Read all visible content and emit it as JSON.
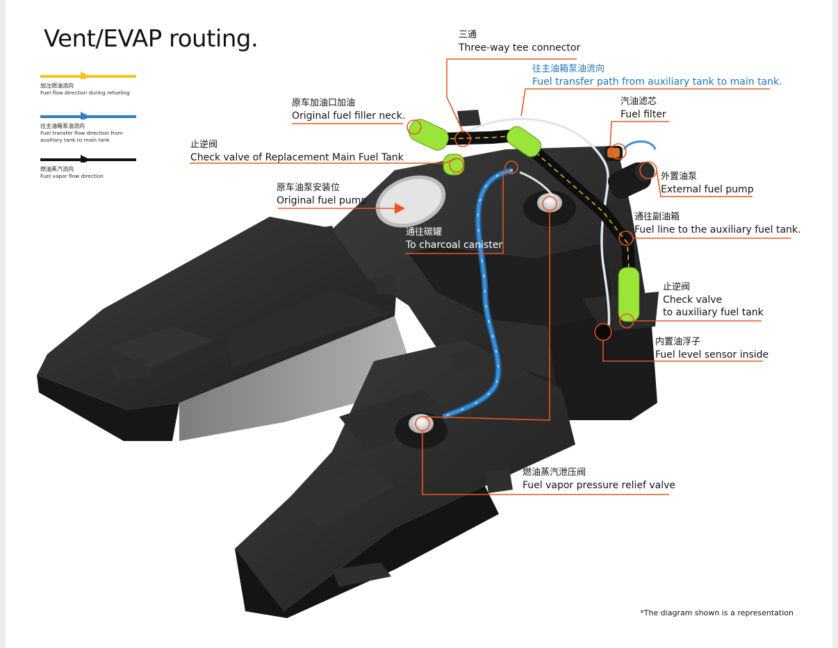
{
  "title": "Vent/EVAP routing.",
  "colors": {
    "refuel": "#f2c31a",
    "transfer": "#2c7fc3",
    "vapor": "#111111",
    "callout_line": "#e8561f",
    "hose_green": "#9be43a",
    "tank": "#262626",
    "plate": "#9b9b9b"
  },
  "legend": [
    {
      "cn": "加注燃油流向",
      "en": "Fuel flow direction during refueling"
    },
    {
      "cn": "往主油箱泵油流向",
      "en": "Fuel transfer flow direction from auxiliary tank to main tank"
    },
    {
      "cn": "燃油蒸汽流向",
      "en": "Fuel vapor flow direction"
    }
  ],
  "callouts": {
    "tee": {
      "cn": "三通",
      "en": "Three-way tee connector"
    },
    "transfer_path": {
      "cn": "往主油箱泵油流向",
      "en": "Fuel transfer path from auxiliary tank to main tank."
    },
    "filler": {
      "cn": "原车加油口加油",
      "en": "Original fuel filler neck."
    },
    "filter": {
      "cn": "汽油滤芯",
      "en": "Fuel filter"
    },
    "check_main": {
      "cn": "止逆阀",
      "en": "Check valve of Replacement Main Fuel Tank"
    },
    "ext_pump": {
      "cn": "外置油泵",
      "en": "External fuel pump"
    },
    "orig_pump": {
      "cn": "原车油泵安装位",
      "en": "Original fuel pump"
    },
    "aux_line": {
      "cn": "通往副油箱",
      "en": "Fuel line to the auxiliary fuel tank."
    },
    "canister": {
      "cn": "通往碳罐",
      "en": "To charcoal canister"
    },
    "check_aux": {
      "cn": "止逆阀",
      "en": "Check valve",
      "en2": "to auxiliary fuel tank"
    },
    "float": {
      "cn": "内置油浮子",
      "en": "Fuel level sensor inside"
    },
    "relief": {
      "cn": "燃油蒸汽泄压阀",
      "en": "Fuel vapor pressure relief valve"
    }
  },
  "note": "*The diagram shown is a representation"
}
